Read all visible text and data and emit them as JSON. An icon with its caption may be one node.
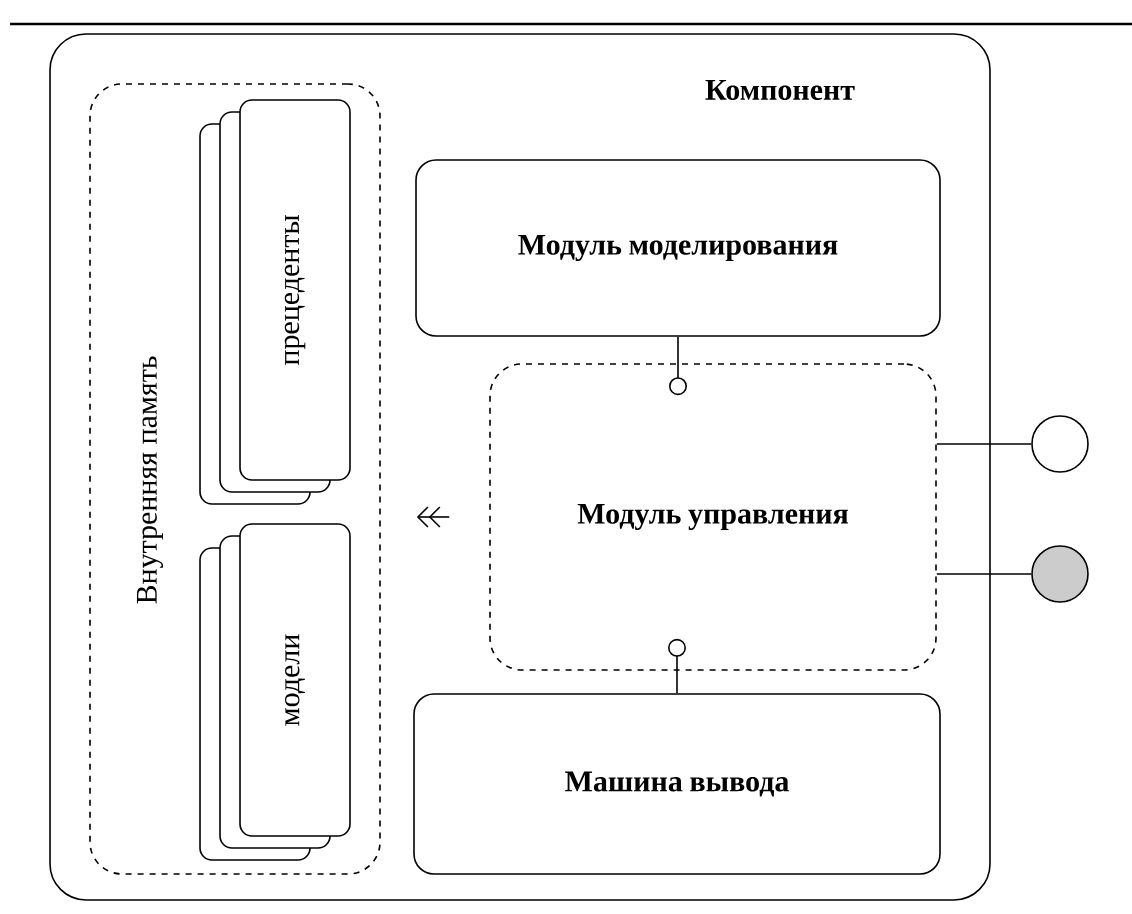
{
  "diagram": {
    "nodes": [
      {
        "text": [
          "Компонент"
        ]
      },
      {
        "text": [
          "Внутренняя память"
        ],
        "in": 0
      },
      {
        "text": [
          "прецеденты"
        ],
        "in": 1
      },
      {
        "text": [
          "модели"
        ],
        "in": 1
      },
      {
        "text": [
          "Модуль моделирования"
        ],
        "in": 0
      },
      {
        "text": [
          "Модуль управления"
        ],
        "in": 0
      },
      {
        "text": [
          "Машина вывода"
        ],
        "in": 0
      },
      {
        "text": [],
        "shape": "circle"
      },
      {
        "text": [],
        "shape": "circle"
      }
    ],
    "edges": [
      {
        "from": 4,
        "to": 5,
        "arrow": "other"
      },
      {
        "from": 6,
        "to": 5,
        "arrow": "other"
      },
      {
        "from": 5,
        "to": 1,
        "arrow": "to"
      },
      {
        "from": 5,
        "to": 7,
        "arrow": "none"
      },
      {
        "from": 5,
        "to": 8,
        "arrow": "none"
      }
    ]
  }
}
